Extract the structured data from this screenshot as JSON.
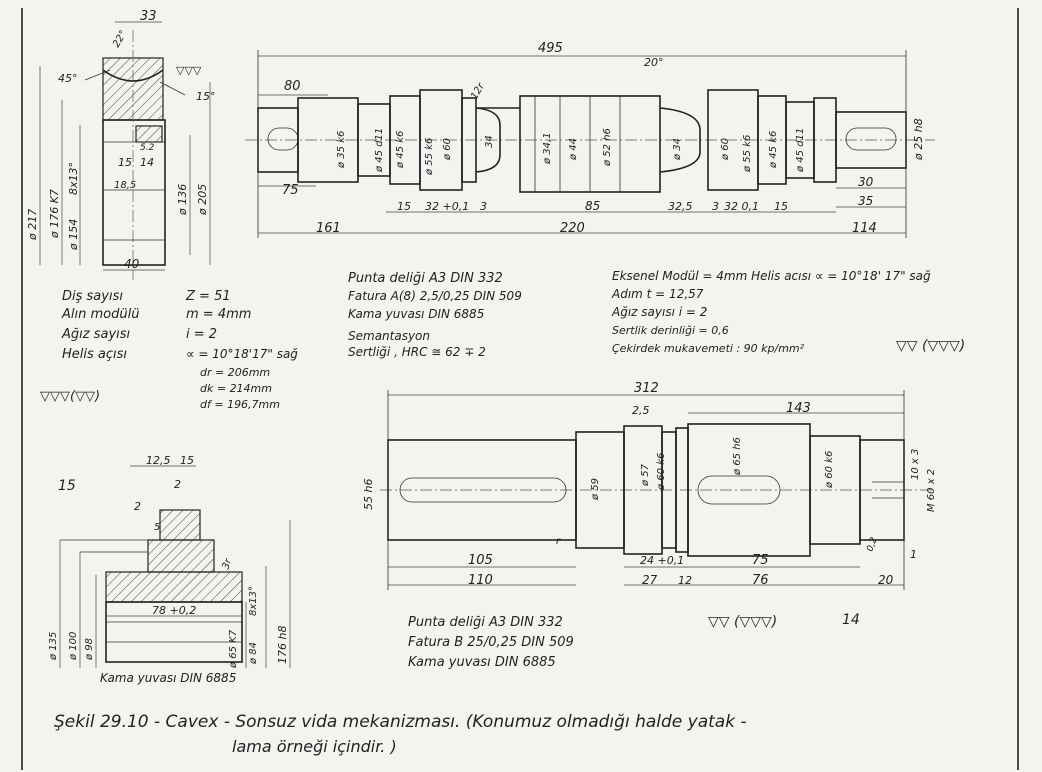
{
  "gear_drawing": {
    "dim_top": "33",
    "dim_angle_22": "22°",
    "dim_angle_45": "45°",
    "dim_angle_15": "15°",
    "dim_15": "15",
    "dim_14": "14",
    "dim_18_5": "18,5",
    "dim_5_2": "5.2",
    "dim_d217": "ø 217",
    "dim_d176": "ø 176 K7",
    "dim_d154": "ø 154",
    "dim_8x3": "8x13°",
    "dim_d136": "ø 136",
    "dim_d205": "ø 205",
    "dim_width": "40",
    "surface_symbol": "▽▽▽"
  },
  "gear_specs": [
    {
      "label": "Diş sayısı",
      "value": "Z = 51"
    },
    {
      "label": "Alın modülü",
      "value": "m = 4mm"
    },
    {
      "label": "Ağız sayısı",
      "value": "i = 2"
    },
    {
      "label": "Helis açısı",
      "value": "∝ = 10°18'17\" sağ"
    }
  ],
  "gear_diameters": [
    "dr = 206mm",
    "dk = 214mm",
    "df = 196,7mm"
  ],
  "gear_surface_note": "▽▽▽(▽▽)",
  "worm_shaft": {
    "overall_length": "495",
    "dim_80": "80",
    "dim_75": "75",
    "dim_161": "161",
    "dim_220": "220",
    "dim_114": "114",
    "dim_15a": "15",
    "dim_32a": "32 +0,1",
    "dim_3a": "3",
    "dim_85": "85",
    "dim_32_5": "32,5",
    "dim_3b": "3",
    "dim_32b": "32 0,1",
    "dim_15b": "15",
    "dim_30": "30",
    "dim_35": "35",
    "dim_20deg": "20°",
    "dim_12r": "12r",
    "diameters": [
      "ø 35 k6",
      "ø 45 d11",
      "ø 45 k6",
      "ø 55 k6",
      "ø 60",
      "34",
      "ø 34,1",
      "ø 44",
      "ø 52 h6",
      "ø 34",
      "ø 60",
      "ø 55 k6",
      "ø 45 k6",
      "ø 45 d11",
      "ø 25 h8"
    ]
  },
  "worm_notes_left": [
    "Punta deliği  A3  DIN 332",
    "Fatura  A(8) 2,5/0,25  DIN 509",
    "Kama yuvası   DIN 6885",
    "Semantasyon",
    "Sertliği ,  HRC ≅ 62 ∓ 2"
  ],
  "worm_notes_right": [
    "Eksenel Modül  = 4mm    Helis acısı  ∝ = 10°18' 17\" sağ",
    "Adım           t = 12,57",
    "Ağız sayısı    i = 2",
    "Sertlik derinliği = 0,6",
    "Çekirdek mukavemeti : 90 kp/mm²"
  ],
  "worm_surface_note": "▽▽ (▽▽▽)",
  "hub_drawing": {
    "label_15": "15",
    "dim_12_5": "12,5",
    "dim_15": "15",
    "dim_2a": "2",
    "dim_2b": "2",
    "dim_5": "5",
    "dim_3r": "3r",
    "dim_78": "78 +0,2",
    "dim_d135": "ø 135",
    "dim_d100": "ø 100",
    "dim_d98": "ø 98",
    "dim_d65": "ø 65 K7",
    "dim_d84": "ø 84",
    "dim_8x13": "8x13°",
    "dim_d176": "176 h8",
    "caption": "Kama yuvası  DIN 6885"
  },
  "wheel_shaft": {
    "overall_length": "312",
    "dim_143": "143",
    "dim_2_5": "2,5",
    "dim_d55": "55 h6",
    "dim_d59": "ø 59",
    "dim_d57": "ø 57",
    "dim_d60k6a": "ø 60 k6",
    "dim_d65h6": "ø 65 h6",
    "dim_d60k6b": "ø 60 k6",
    "dim_10x3": "10 x 3",
    "dim_m60": "M 60 x 2",
    "dim_105": "105",
    "dim_110": "110",
    "dim_24": "24 +0,1",
    "dim_27": "27",
    "dim_12": "12",
    "dim_75": "75",
    "dim_76": "76",
    "dim_20": "20",
    "dim_1": "1",
    "dim_0_2": "0,2",
    "dim_r": "r"
  },
  "wheel_notes": [
    "Punta deliği   A3  DIN 332",
    "Fatura   B 25/0,25   DIN 509",
    "Kama yuvası   DIN 6885"
  ],
  "wheel_surface_note": "▽▽ (▽▽▽)",
  "label_14": "14",
  "caption_line1": "Şekil 29.10 -  Cavex - Sonsuz vida  mekanizması. (Konumuz olmadığı halde yatak -",
  "caption_line2": "lama  örneği içindir. )"
}
